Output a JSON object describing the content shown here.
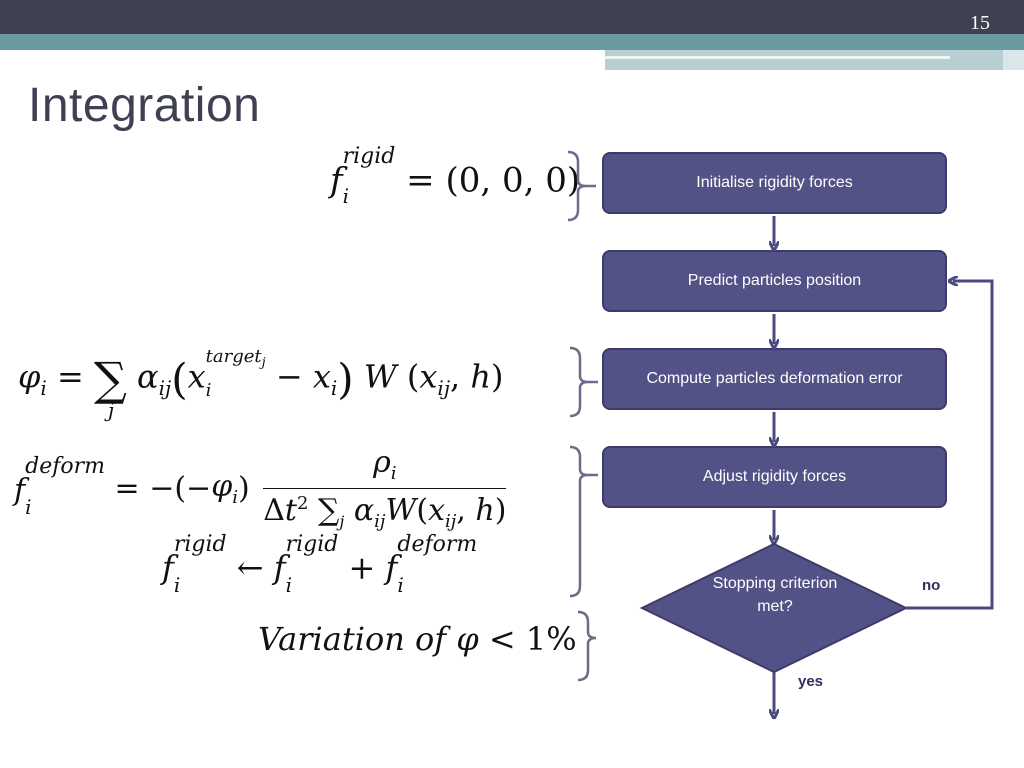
{
  "slide": {
    "page_number": "15",
    "title": "Integration"
  },
  "equations": {
    "init": "f_i^rigid = (0,0,0)",
    "error": "φ_i = Σ_j α_ij (x_i^target_j − x_i) W(x_ij, h)",
    "deform": "f_i^deform = −(−φ_i) ρ_i / (Δt² Σ_j α_ij W(x_ij, h))",
    "update": "f_i^rigid ← f_i^rigid + f_i^deform",
    "criterion": "Variation of φ < 1%"
  },
  "flowchart": {
    "steps": [
      "Initialise rigidity forces",
      "Predict particles position",
      "Compute particles deformation error",
      "Adjust rigidity forces"
    ],
    "decision": "Stopping criterion met?",
    "no_label": "no",
    "yes_label": "yes"
  },
  "colors": {
    "box_fill": "#535287",
    "box_border": "#3c3b6a",
    "arrow": "#4a4a80",
    "header": "#3f4152",
    "accent": "#6a9aa0"
  }
}
